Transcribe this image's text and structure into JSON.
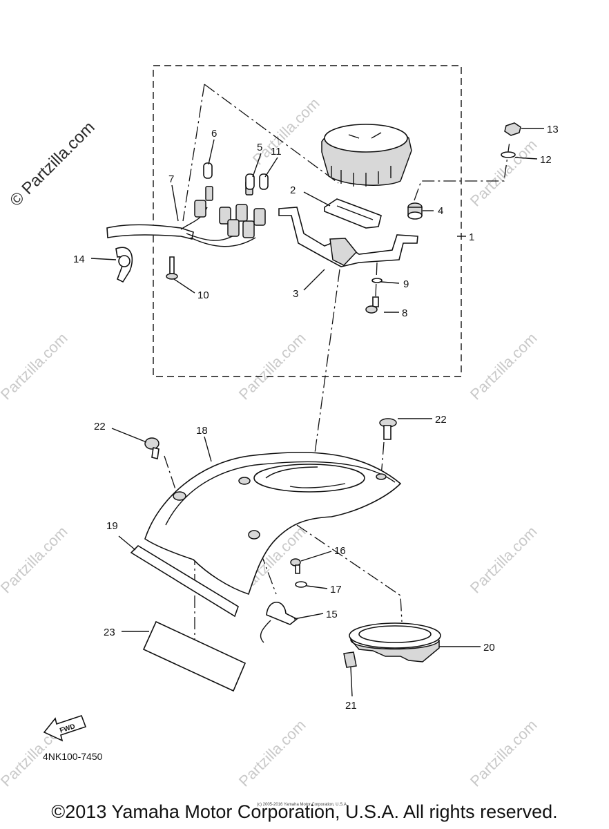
{
  "watermarks": {
    "site": "Partzilla.com",
    "site_left": "© Partzilla.com"
  },
  "callouts": [
    "1",
    "2",
    "3",
    "4",
    "5",
    "6",
    "7",
    "8",
    "9",
    "10",
    "11",
    "12",
    "13",
    "14",
    "15",
    "16",
    "17",
    "18",
    "19",
    "20",
    "21",
    "22",
    "22",
    "23"
  ],
  "fwd_label": "FWD",
  "diagram_code": "4NK100-7450",
  "small_copyright": "(c) 2005-2016 Yamaha Motor Corporation, U.S.A.",
  "copyright": "©2013 Yamaha Motor Corporation, U.S.A. All rights reserved."
}
